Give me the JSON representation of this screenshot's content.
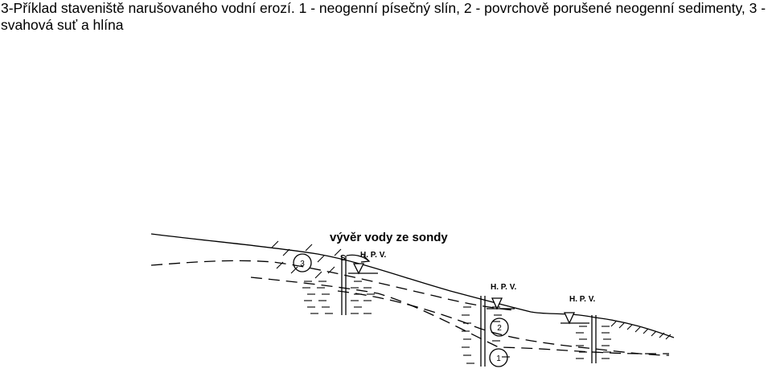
{
  "caption": "3-Příklad staveniště narušovaného vodní erozí. 1 - neogenní písečný slín, 2 - povrchově porušené neogenní sedimenty, 3 - svahová suť a hlína",
  "figure": {
    "heading": "vývěr vody ze sondy",
    "probe_label": "S",
    "groundwater_labels": [
      "H. P. V.",
      "H. P. V.",
      "H. P. V."
    ],
    "layer_markers": [
      "3",
      "2",
      "1"
    ]
  }
}
